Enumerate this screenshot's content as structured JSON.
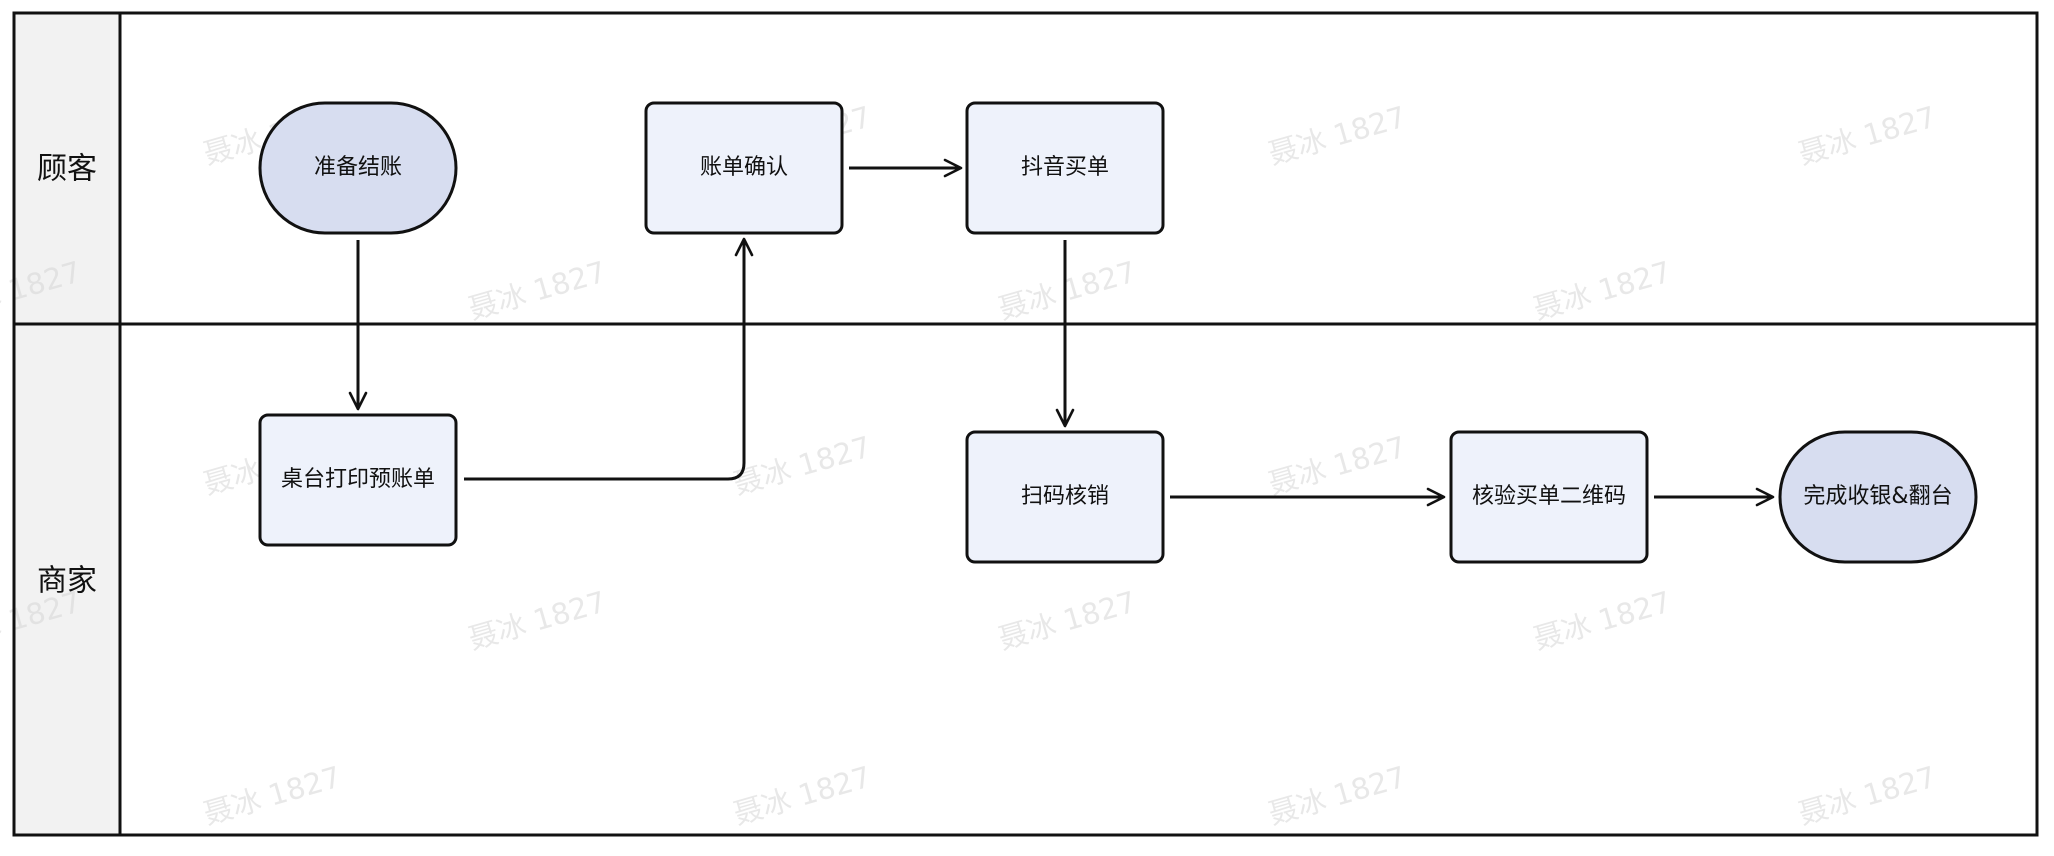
{
  "swimlanes": [
    {
      "id": "customer",
      "title": "顾客"
    },
    {
      "id": "merchant",
      "title": "商家"
    }
  ],
  "nodes": {
    "prepare_checkout": {
      "label": "准备结账",
      "shape": "terminal"
    },
    "confirm_bill": {
      "label": "账单确认",
      "shape": "process"
    },
    "douyin_pay": {
      "label": "抖音买单",
      "shape": "process"
    },
    "print_prebill": {
      "label": "桌台打印预账单",
      "shape": "process"
    },
    "scan_verify": {
      "label": "扫码核销",
      "shape": "process"
    },
    "verify_qr": {
      "label": "核验买单二维码",
      "shape": "process"
    },
    "finish": {
      "label": "完成收银&翻台",
      "shape": "terminal"
    }
  },
  "edges": [
    {
      "from": "prepare_checkout",
      "to": "print_prebill"
    },
    {
      "from": "print_prebill",
      "to": "confirm_bill"
    },
    {
      "from": "confirm_bill",
      "to": "douyin_pay"
    },
    {
      "from": "douyin_pay",
      "to": "scan_verify"
    },
    {
      "from": "scan_verify",
      "to": "verify_qr"
    },
    {
      "from": "verify_qr",
      "to": "finish"
    }
  ],
  "watermark": {
    "text": "聂冰 1827"
  },
  "colors": {
    "terminal_fill": "#d7ddf0",
    "process_fill": "#eef2fb",
    "stroke": "#111111",
    "lane_header_fill": "#f2f2f2"
  }
}
